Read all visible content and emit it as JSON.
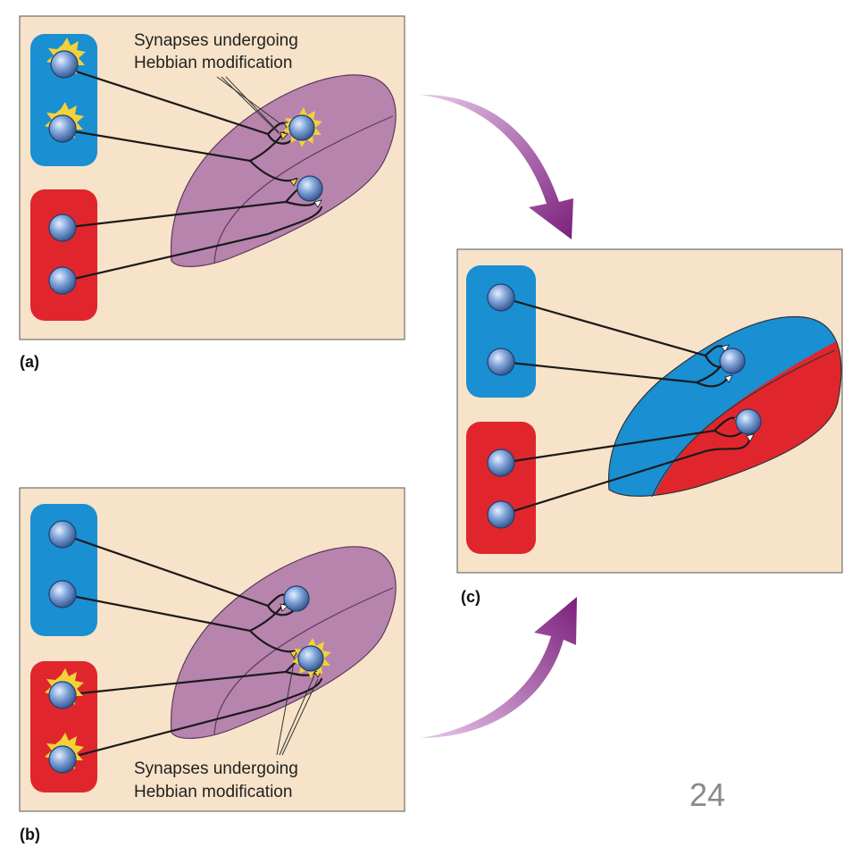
{
  "panel_a": {
    "label": "(a)",
    "caption_line1": "Synapses undergoing",
    "caption_line2": "Hebbian modification"
  },
  "panel_b": {
    "label": "(b)",
    "caption_line1": "Synapses undergoing",
    "caption_line2": "Hebbian modification"
  },
  "panel_c": {
    "label": "(c)"
  },
  "page_number": "24",
  "colors": {
    "panel_bg": "#f7e3c9",
    "blue_group": "#1a8fd2",
    "red_group": "#e0262c",
    "cortex": "#b784ae",
    "arrow": "#8e2e8e",
    "neuron": "#6f96cf",
    "burst": "#f2d23a"
  }
}
